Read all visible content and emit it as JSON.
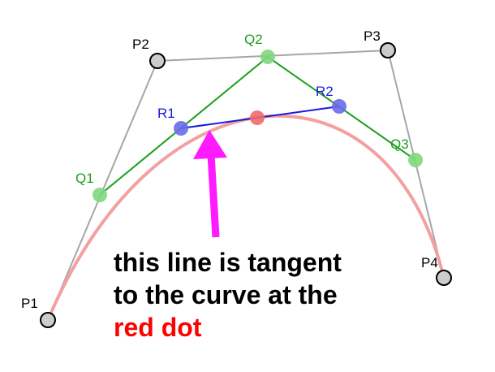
{
  "control_points": {
    "p1": "P1",
    "p2": "P2",
    "p3": "P3",
    "p4": "P4"
  },
  "first_level_points": {
    "q1": "Q1",
    "q2": "Q2",
    "q3": "Q3"
  },
  "second_level_points": {
    "r1": "R1",
    "r2": "R2"
  },
  "caption": {
    "line1": "this line is tangent",
    "line2": "to the curve at the",
    "line3": "red dot"
  },
  "colors": {
    "control_polygon": "#a6a6a6",
    "q_points": "#1e9e1e",
    "r_points": "#1a1adc",
    "curve": "#f4a0a0",
    "tangent_point": "#ee4444",
    "arrow": "#ff1aff",
    "caption_text": "#000000",
    "caption_highlight": "#ff0000"
  }
}
